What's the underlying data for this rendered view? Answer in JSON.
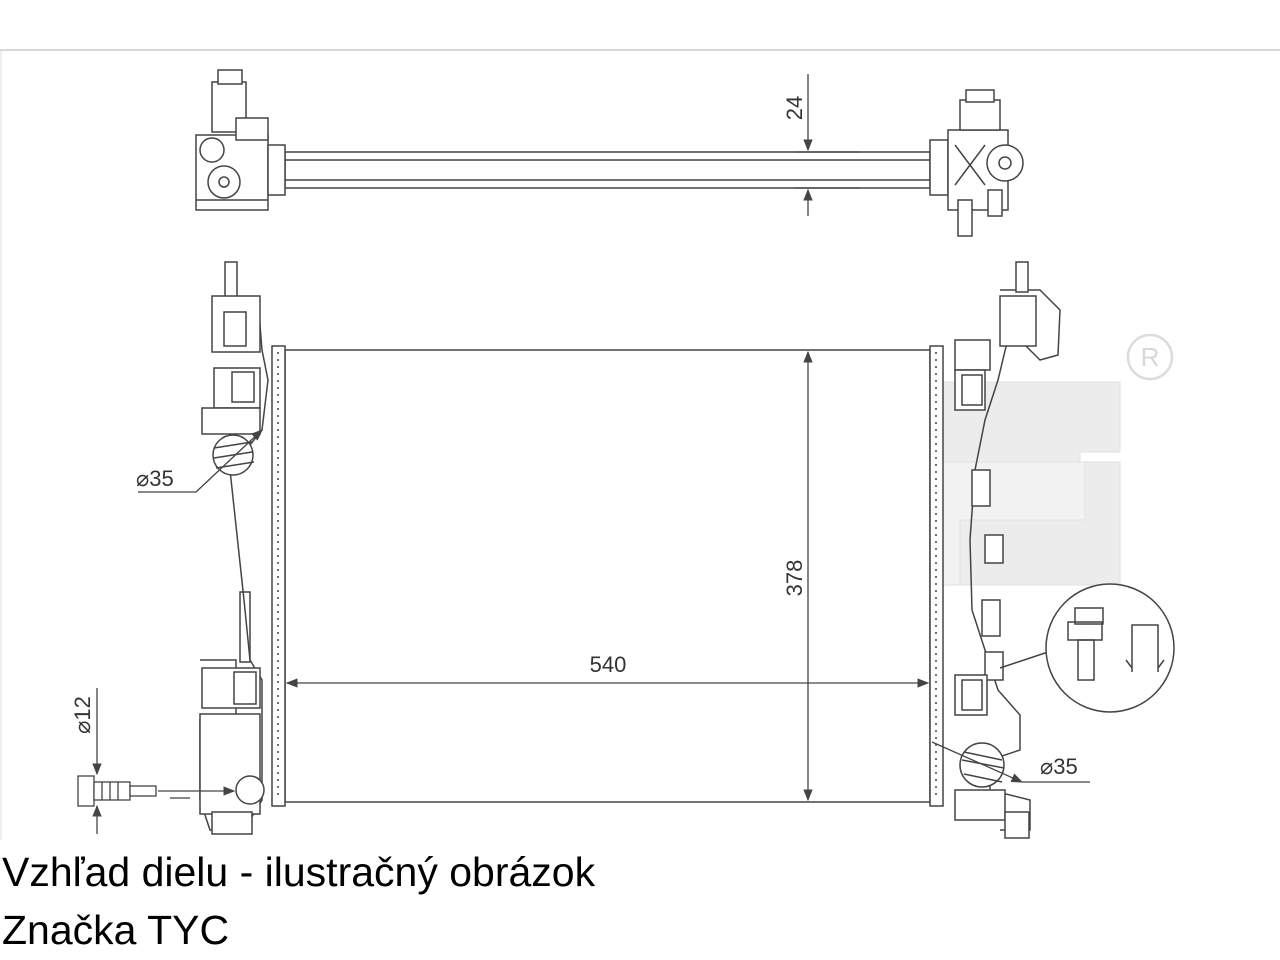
{
  "drawing": {
    "dimensions": {
      "thickness": "24",
      "height": "378",
      "width": "540",
      "inlet_diameter": "⌀35",
      "outlet_diameter": "⌀35",
      "drain_diameter": "⌀12"
    },
    "watermark": {
      "logo_text": "TYC",
      "registered_mark": "R"
    },
    "colors": {
      "line": "#444444",
      "watermark": "#e6e6e6"
    }
  },
  "caption": {
    "view_note": "Vzhľad dielu - ilustračný obrázok",
    "brand": "Značka TYC"
  }
}
